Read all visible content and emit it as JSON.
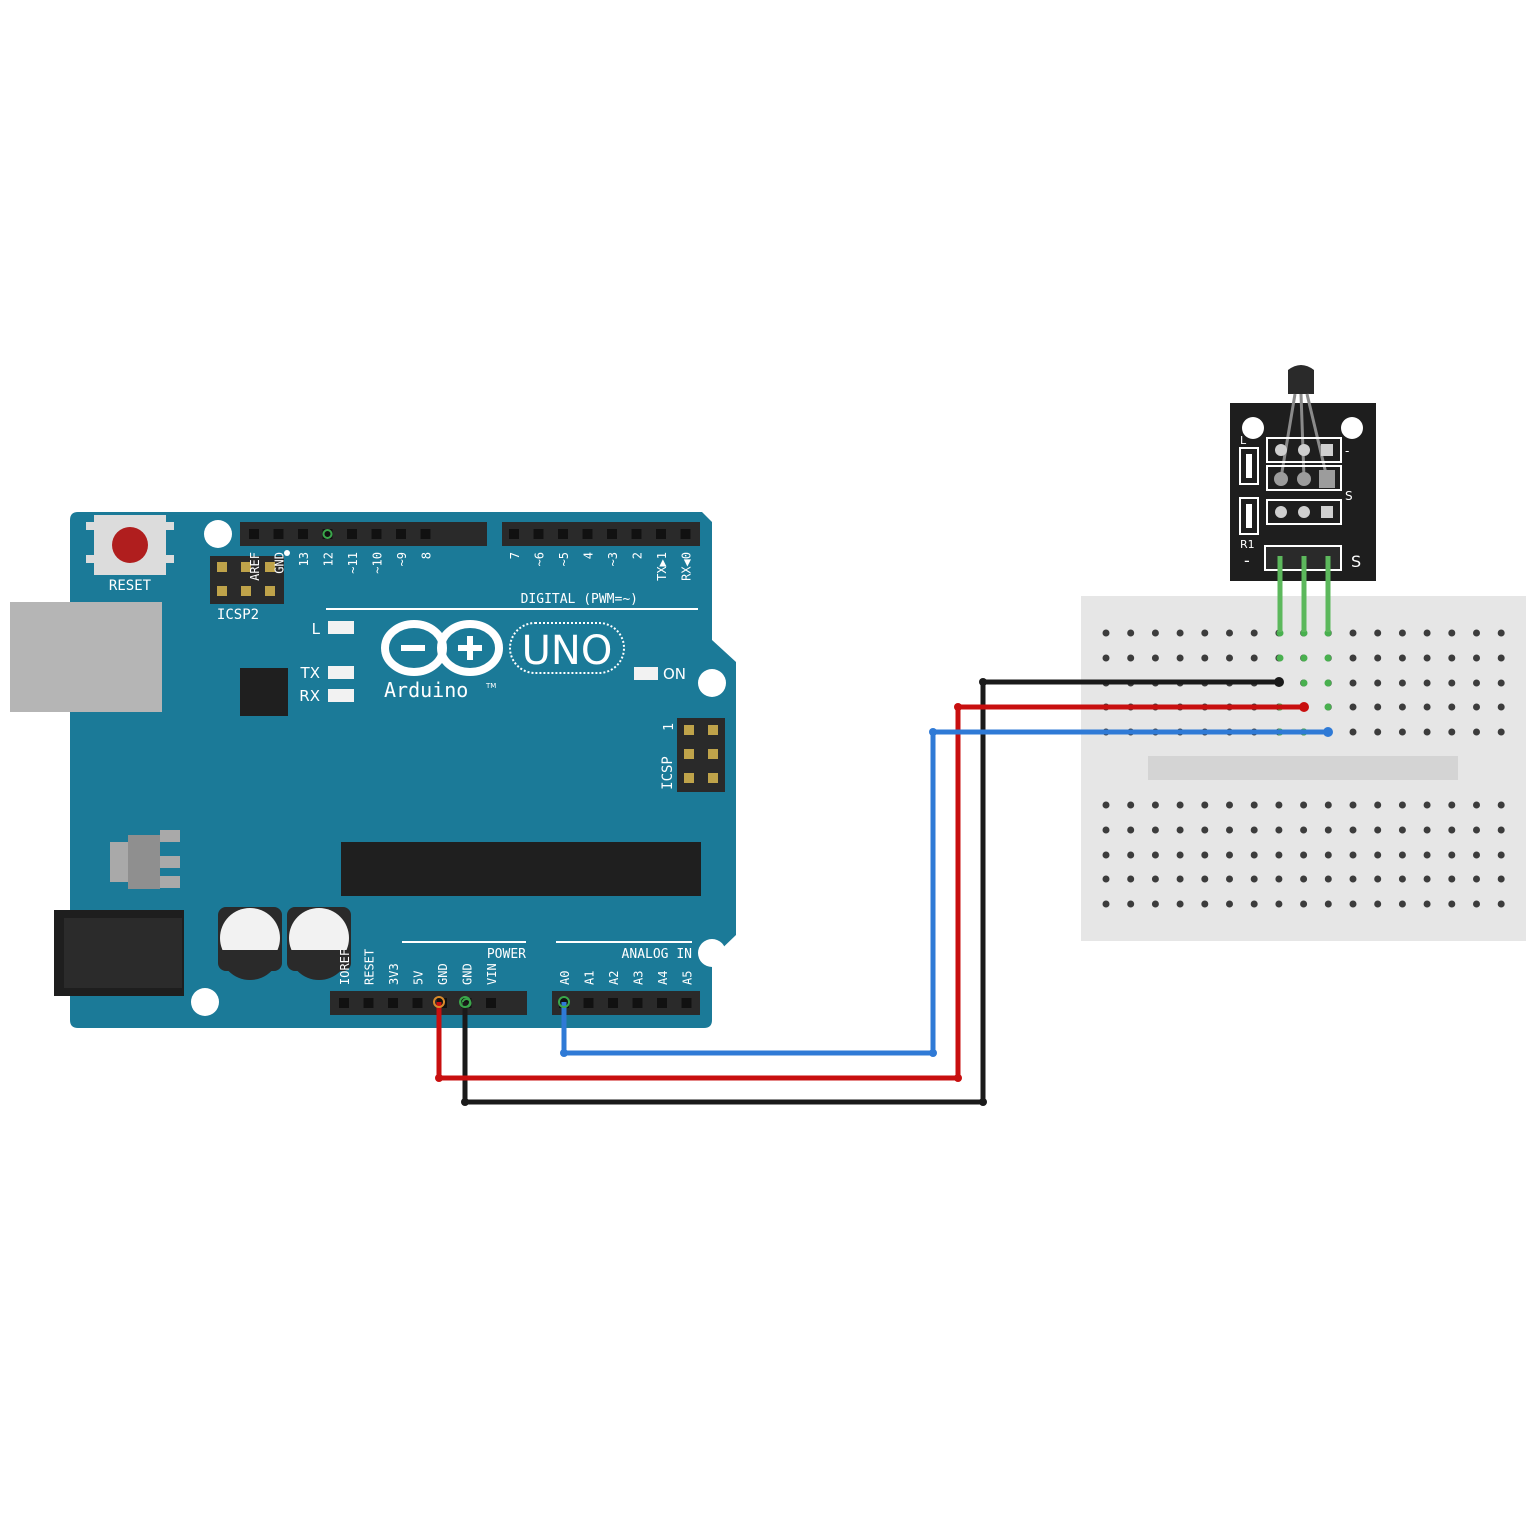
{
  "board": {
    "reset_label": "RESET",
    "icsp2_label": "ICSP2",
    "icsp_label": "ICSP",
    "icsp_pin1": "1",
    "led_l": "L",
    "led_tx": "TX",
    "led_rx": "RX",
    "led_on": "ON",
    "brand": "Arduino",
    "tm": "TM",
    "model": "UNO",
    "digital_label": "DIGITAL (PWM=~)",
    "power_label": "POWER",
    "analog_label": "ANALOG IN",
    "digital_pins_left": [
      "AREF",
      "GND",
      "13",
      "12",
      "~11",
      "~10",
      "~9",
      "8"
    ],
    "digital_pins_right": [
      "7",
      "~6",
      "~5",
      "4",
      "~3",
      "2",
      "TX▶1",
      "RX◀0"
    ],
    "power_pins": [
      "IOREF",
      "RESET",
      "3V3",
      "5V",
      "GND",
      "GND",
      "VIN"
    ],
    "analog_pins": [
      "A0",
      "A1",
      "A2",
      "A3",
      "A4",
      "A5"
    ]
  },
  "sensor": {
    "label_l": "L",
    "label_r1": "R1",
    "label_minus_top": "-",
    "label_s_top": "S",
    "label_minus_bottom": "-",
    "label_s_bottom": "S"
  },
  "colors": {
    "board": "#1b7a98",
    "wire_gnd": "#1a1a1a",
    "wire_5v": "#c80f0f",
    "wire_signal": "#2f7ad6",
    "wire_sensor": "#5cb85c",
    "breadboard": "#e6e6e6"
  }
}
